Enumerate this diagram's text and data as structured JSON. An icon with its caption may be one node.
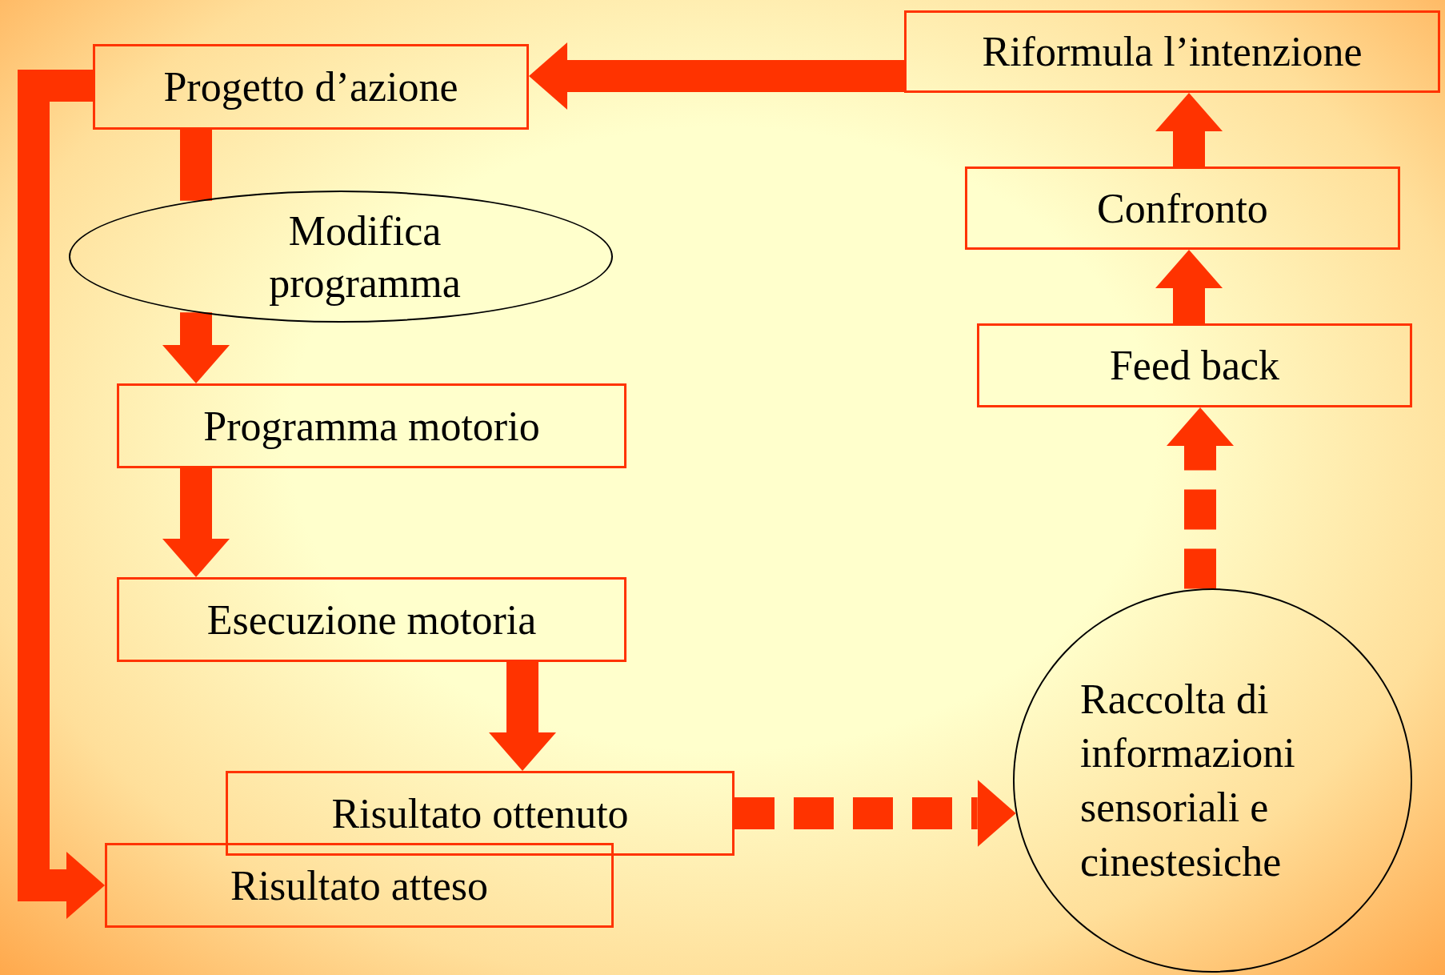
{
  "diagram": {
    "nodes": [
      {
        "text": [
          "Progetto d’azione"
        ]
      },
      {
        "text": [
          "Modifica programma"
        ]
      },
      {
        "text": [
          "Programma motorio"
        ]
      },
      {
        "text": [
          "Esecuzione motoria"
        ]
      },
      {
        "text": [
          "Risultato ottenuto"
        ]
      },
      {
        "text": [
          "Risultato atteso"
        ]
      },
      {
        "text": [
          "Raccolta di informazioni sensoriali e cinestesiche"
        ]
      },
      {
        "text": [
          "Feed back"
        ]
      },
      {
        "text": [
          "Confronto"
        ]
      },
      {
        "text": [
          "Riformula l’intenzione"
        ]
      }
    ],
    "edges": [
      {
        "from": 9,
        "to": 0,
        "arrow": "to"
      },
      {
        "from": 0,
        "to": 1,
        "arrow": "none"
      },
      {
        "from": 1,
        "to": 2,
        "arrow": "to"
      },
      {
        "from": 2,
        "to": 3,
        "arrow": "to"
      },
      {
        "from": 3,
        "to": 4,
        "arrow": "to"
      },
      {
        "from": 0,
        "to": 5,
        "arrow": "to"
      },
      {
        "from": 4,
        "to": 6,
        "arrow": "to",
        "style": "dashed"
      },
      {
        "from": 6,
        "to": 7,
        "arrow": "to",
        "style": "dashed"
      },
      {
        "from": 7,
        "to": 8,
        "arrow": "to"
      },
      {
        "from": 8,
        "to": 9,
        "arrow": "to"
      }
    ]
  }
}
